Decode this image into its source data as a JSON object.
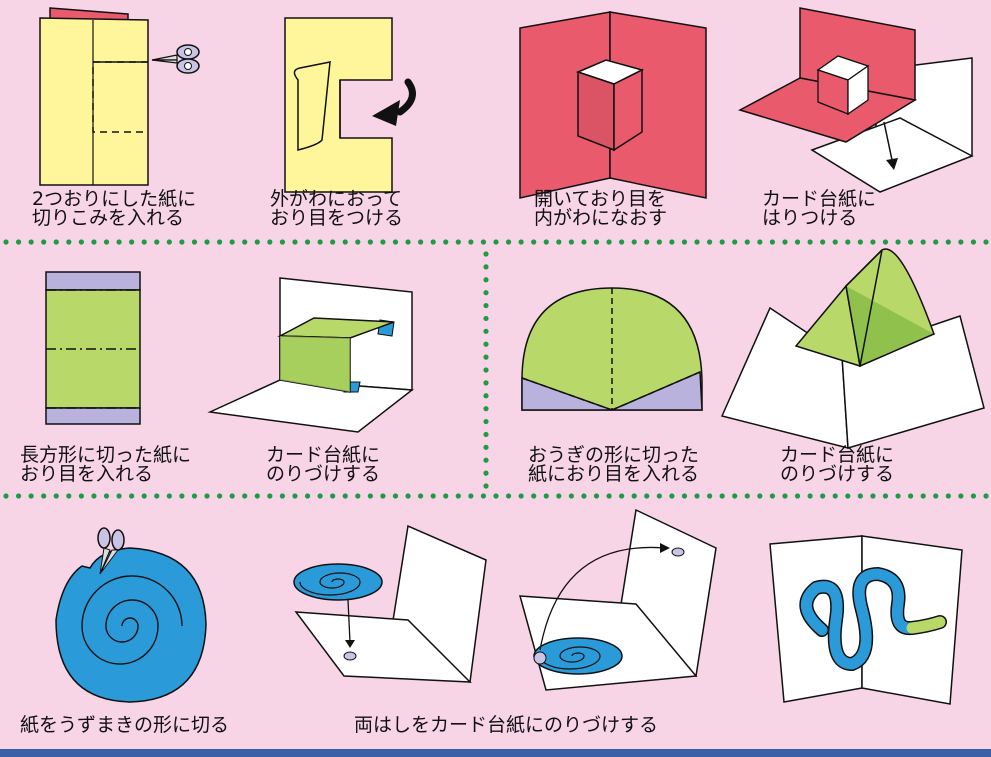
{
  "captions": {
    "row1": [
      {
        "line1": "2つおりにした紙に",
        "line2": "切りこみを入れる"
      },
      {
        "line1": "外がわにおって",
        "line2": "おり目をつける"
      },
      {
        "line1": "開いており目を",
        "line2": "内がわになおす"
      },
      {
        "line1": "カード台紙に",
        "line2": "はりつける"
      }
    ],
    "row2": [
      {
        "line1": "長方形に切った紙に",
        "line2": "おり目を入れる"
      },
      {
        "line1": "カード台紙に",
        "line2": "のりづけする"
      },
      {
        "line1": "おうぎの形に切った",
        "line2": "紙におり目を入れる"
      },
      {
        "line1": "カード台紙に",
        "line2": "のりづけする"
      }
    ],
    "row3": [
      {
        "line1": "紙をうずまきの形に切る"
      },
      {
        "line1": "両はしをカード台紙にのりづけする"
      }
    ]
  },
  "colors": {
    "background": "#f7d4e6",
    "paper_yellow": "#fff59a",
    "paper_red": "#e85a6c",
    "paper_green": "#b8d96a",
    "paper_lavender": "#b8b2dc",
    "paper_blue": "#2a9ad8",
    "dots_green": "#1f9a45",
    "bar_blue": "#3d5fa8"
  }
}
